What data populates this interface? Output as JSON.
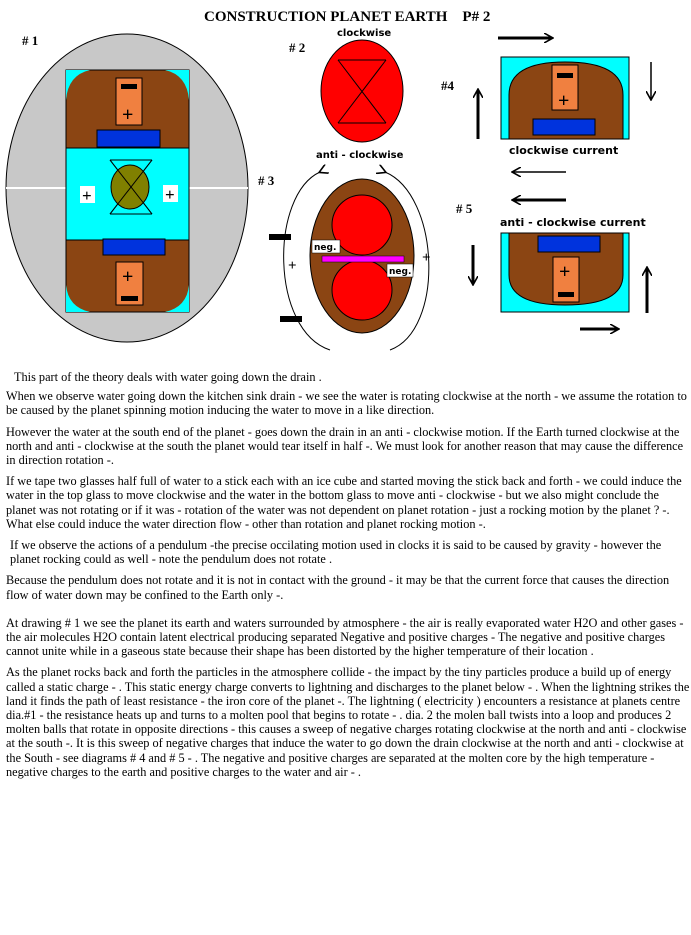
{
  "title": "CONSTRUCTION PLANET EARTH    P# 2",
  "labels": {
    "d1": "# 1",
    "d2": "# 2",
    "d3": "# 3",
    "d4": "#4",
    "d5": "# 5",
    "clockwise": "clockwise",
    "anti_clockwise": "anti - clockwise",
    "clockwise_current": "clockwise current",
    "anti_clockwise_current": "anti - clockwise current",
    "neg1": "neg.",
    "neg2": "neg.",
    "plus": "+"
  },
  "colors": {
    "brown": "#8b4513",
    "cyan": "#00ffff",
    "blue": "#0033dd",
    "grey": "#c8c8c8",
    "red": "#ff0000",
    "orange": "#f08040",
    "olive": "#808000",
    "magenta": "#ff00ff"
  },
  "paragraphs": [
    "This part of the theory deals with water going down the drain .",
    "When we observe water going down the kitchen sink drain - we see the water is rotating clockwise at the north - we assume the rotation to be caused by the planet spinning motion inducing the water to move in a like direction.",
    "However the water at the south end of the planet - goes down the drain in an anti - clockwise motion. If the Earth turned clockwise at the north and anti - clockwise at the south the planet would tear itself in half -. We must look for another reason that may cause the difference in direction rotation -.",
    "If we tape two glasses half full of water to a stick each with an ice cube and started moving the stick back and forth - we could induce the water in the top glass to move clockwise and the water in the bottom glass to move anti - clockwise - but we also might conclude the planet was not rotating or if it was - rotation of the water was not dependent on planet rotation - just a rocking motion by the planet ? -. What else  could induce the water direction flow - other than rotation and planet rocking motion -.",
    "If we observe the actions of a pendulum -the precise occilating motion used in clocks it is said to be caused by gravity - however the planet rocking could as well - note the pendulum does not rotate .",
    "Because the pendulum does not rotate and it is not in contact with the ground - it may be that the current force that causes the direction flow of water down may be confined to the Earth only -.",
    "At drawing # 1 we see the planet its earth and waters surrounded by  atmosphere - the air is really evaporated water H2O and other gases - the air molecules H2O contain latent electrical producing separated  Negative and positive charges - The negative and positive charges cannot unite while in a gaseous state because their shape has been distorted by the higher temperature of their location .",
    "As the planet rocks back and forth the particles in the atmosphere collide - the impact by the tiny particles produce a build up of energy called a static charge - . This static energy charge converts to lightning and discharges to the planet below - . When the lightning strikes the land it finds the path of least resistance - the iron core of the planet -. The lightning ( electricity ) encounters a resistance at planets centre dia.#1 - the resistance heats up and turns to a molten pool that begins to rotate - . dia. 2 the molen ball twists into a loop and produces 2 molten balls that rotate in opposite directions - this causes a sweep of negative charges rotating clockwise at the north and anti - clockwise at the south -. It is this sweep of negative charges that induce the water to go down the drain clockwise at the north and anti - clockwise at the South - see diagrams # 4 and # 5 - . The negative and positive charges are separated at the molten core by the high temperature - negative charges to the earth and positive charges to the water and air - ."
  ]
}
